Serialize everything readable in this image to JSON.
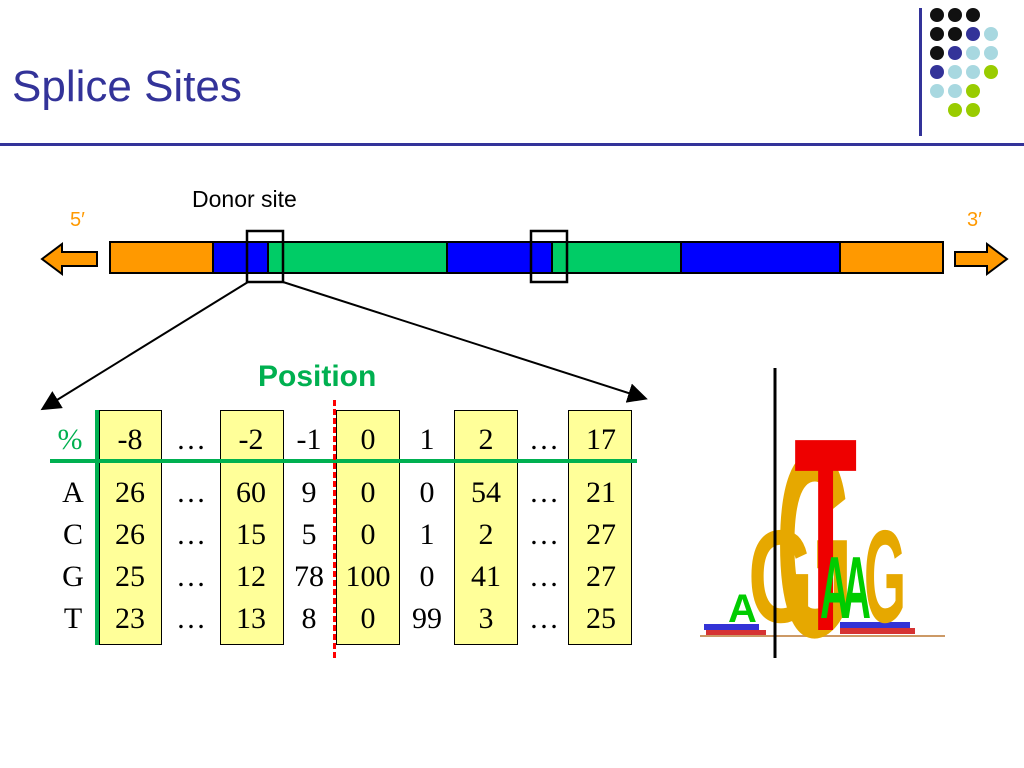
{
  "title": "Splice Sites",
  "diagram": {
    "donor_label": "Donor site",
    "five_prime_label": "5′",
    "three_prime_label": "3′",
    "strand_segments": [
      {
        "type": "utr",
        "color": "#ff9900"
      },
      {
        "type": "exon",
        "color": "#0000ff"
      },
      {
        "type": "intron",
        "color": "#00cc66"
      },
      {
        "type": "exon",
        "color": "#0000ff"
      },
      {
        "type": "intron",
        "color": "#00cc66"
      },
      {
        "type": "exon",
        "color": "#0000ff"
      },
      {
        "type": "utr",
        "color": "#ff9900"
      }
    ]
  },
  "table": {
    "position_label": "Position",
    "corner_label": "%",
    "headers": [
      "-8",
      "…",
      "-2",
      "-1",
      "0",
      "1",
      "2",
      "…",
      "17"
    ],
    "rows": [
      {
        "base": "A",
        "values": [
          "26",
          "…",
          "60",
          "9",
          "0",
          "0",
          "54",
          "…",
          "21"
        ]
      },
      {
        "base": "C",
        "values": [
          "26",
          "…",
          "15",
          "5",
          "0",
          "1",
          "2",
          "…",
          "27"
        ]
      },
      {
        "base": "G",
        "values": [
          "25",
          "…",
          "12",
          "78",
          "100",
          "0",
          "41",
          "…",
          "27"
        ]
      },
      {
        "base": "T",
        "values": [
          "23",
          "…",
          "13",
          "8",
          "0",
          "99",
          "3",
          "…",
          "25"
        ]
      }
    ]
  },
  "colors": {
    "title": "#333399",
    "accent_green": "#00b050",
    "highlight": "#ffff99",
    "boundary": "#ff0000",
    "dot_black": "#111111",
    "dot_navy": "#333399",
    "dot_lightblue": "#a8d8e0",
    "dot_lime": "#99cc00"
  },
  "logo": {
    "letters": [
      "A",
      "G",
      "G",
      "T",
      "A",
      "A",
      "G"
    ]
  }
}
